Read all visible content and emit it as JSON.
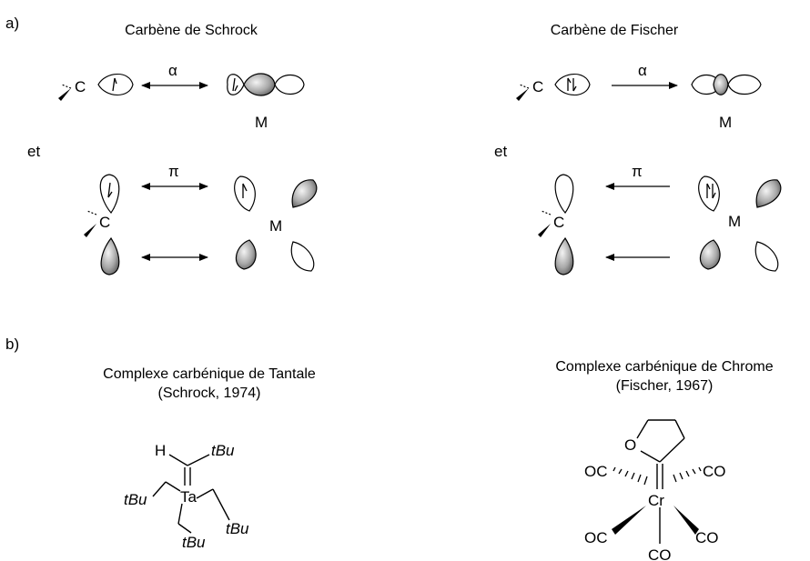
{
  "part_a": {
    "label": "a)",
    "schrock": {
      "title": "Carbène de Schrock",
      "carbon": "C",
      "metal_sigma": "M",
      "sigma_symbol": "α",
      "and": "et",
      "pi_carbon": "C",
      "pi_metal": "M",
      "pi_symbol": "π",
      "arrows": "double-headed"
    },
    "fischer": {
      "title": "Carbène de Fischer",
      "carbon": "C",
      "metal_sigma": "M",
      "sigma_symbol": "α",
      "and": "et",
      "pi_carbon": "C",
      "pi_metal": "M",
      "pi_symbol": "π",
      "arrows": "single-headed"
    }
  },
  "part_b": {
    "label": "b)",
    "tantalum": {
      "title": "Complexe carbénique de Tantale",
      "subtitle": "(Schrock, 1974)",
      "metal": "Ta",
      "h": "H",
      "substituents": [
        "tBu",
        "tBu",
        "tBu",
        "tBu"
      ]
    },
    "chromium": {
      "title": "Complexe carbénique de Chrome",
      "subtitle": "(Fischer, 1967)",
      "metal": "Cr",
      "oxygen": "O",
      "ligands": [
        "OC",
        "CO",
        "OC",
        "CO",
        "CO"
      ]
    }
  },
  "colors": {
    "line": "#000000",
    "lobe_shade": "#7a7a7a"
  }
}
